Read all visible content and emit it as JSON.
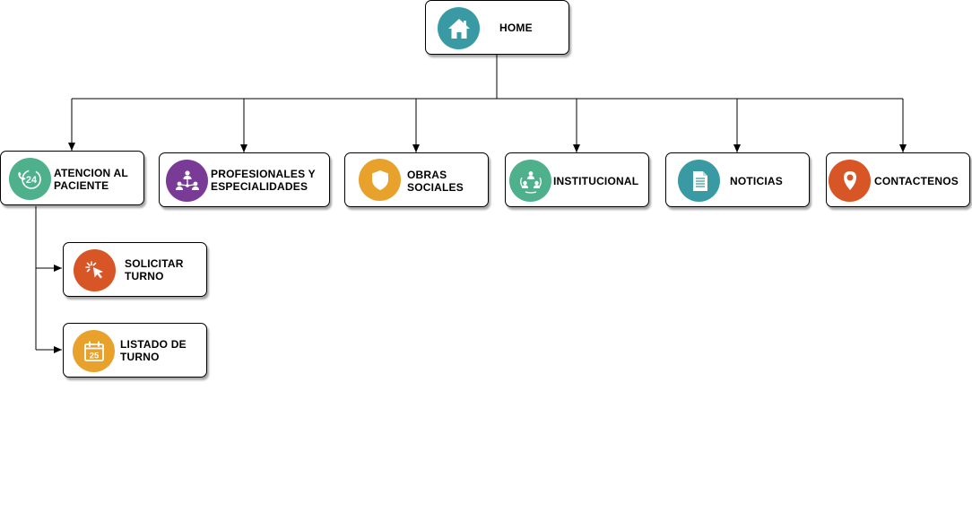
{
  "diagram": {
    "root": {
      "label": "HOME",
      "icon": "home-icon",
      "color": "#3a9aa3"
    },
    "sections": [
      {
        "id": "atencion",
        "label": "ATENCION AL\nPACIENTE",
        "icon": "24h-phone-icon",
        "color": "#4fb08c"
      },
      {
        "id": "profesionales",
        "label": "PROFESIONALES Y\nESPECIALIDADES",
        "icon": "network-people-icon",
        "color": "#7a3b97"
      },
      {
        "id": "obras",
        "label": "OBRAS\nSOCIALES",
        "icon": "shield-icon",
        "color": "#e8a12b"
      },
      {
        "id": "institucional",
        "label": "INSTITUCIONAL",
        "icon": "team-icon",
        "color": "#4fb08c"
      },
      {
        "id": "noticias",
        "label": "NOTICIAS",
        "icon": "document-icon",
        "color": "#3a9aa3"
      },
      {
        "id": "contactenos",
        "label": "CONTACTENOS",
        "icon": "map-pin-icon",
        "color": "#d85526"
      }
    ],
    "subsections": [
      {
        "id": "solicitar",
        "label": "SOLICITAR\nTURNO",
        "icon": "click-pointer-icon",
        "color": "#d85526"
      },
      {
        "id": "listado",
        "label": "LISTADO DE\nTURNO",
        "icon": "calendar-icon",
        "calendar_day": "25",
        "color": "#e8a12b"
      }
    ]
  }
}
